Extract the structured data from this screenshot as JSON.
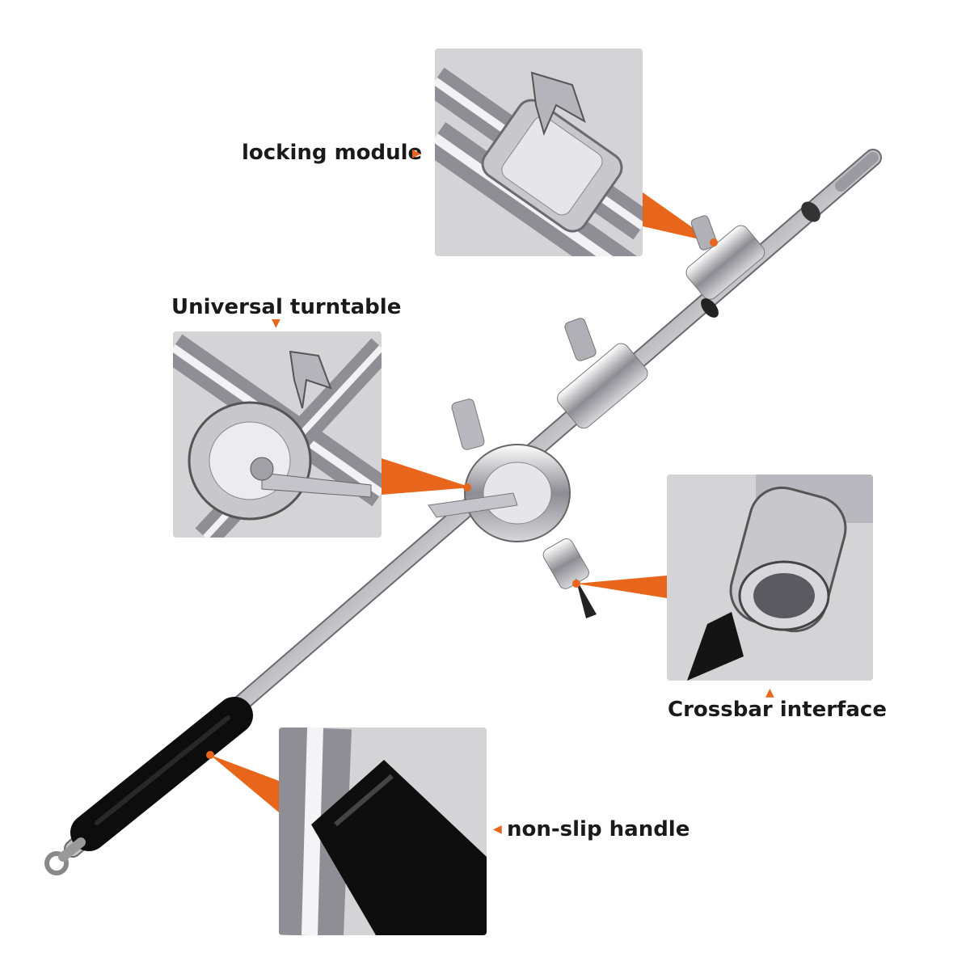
{
  "annotations": {
    "locking_module": "locking module",
    "universal_turntable": "Universal turntable",
    "crossbar_interface": "Crossbar interface",
    "non_slip_handle": "non-slip handle"
  },
  "colors": {
    "accent": "#e8651c",
    "panel_bg": "#d4d4d6",
    "chrome": "#c8c8cc",
    "grip": "#111111"
  },
  "icons": {
    "pointer": "triangle-arrow-icon"
  }
}
